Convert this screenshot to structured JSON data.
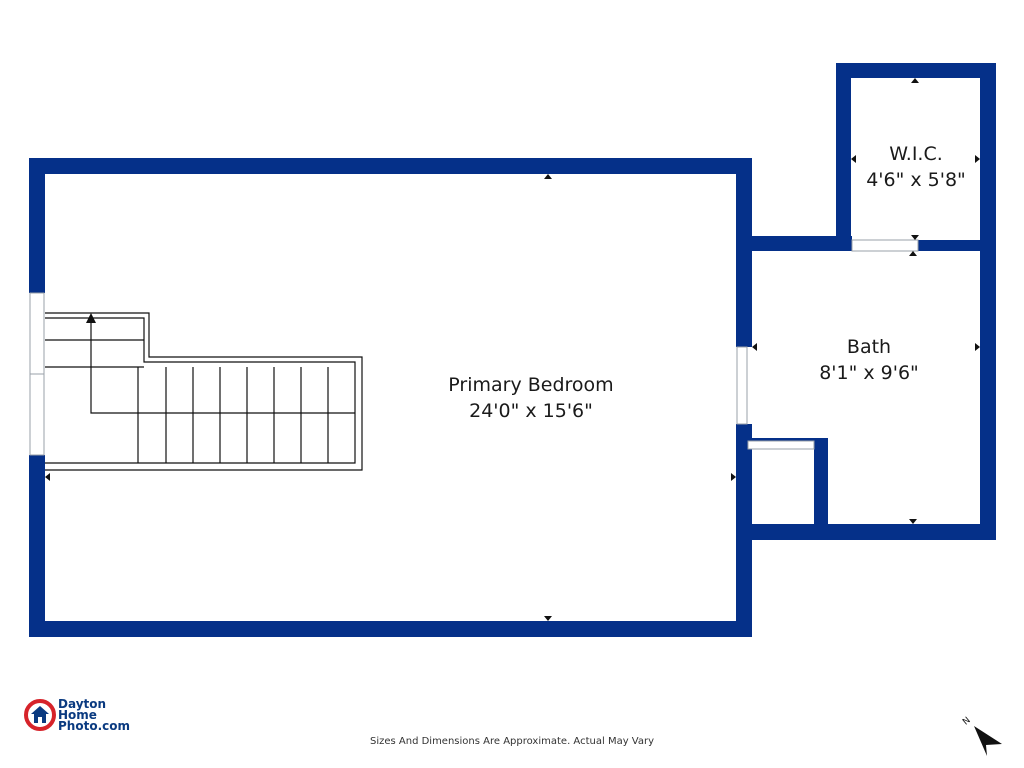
{
  "rooms": {
    "primary_bedroom": {
      "name": "Primary Bedroom",
      "dims": "24'0\" x 15'6\""
    },
    "bath": {
      "name": "Bath",
      "dims": "8'1\" x 9'6\""
    },
    "wic": {
      "name": "W.I.C.",
      "dims": "4'6\" x 5'8\""
    }
  },
  "disclaimer": "Sizes And Dimensions Are Approximate. Actual May Vary",
  "logo": {
    "line1": "Dayton",
    "line2": "Home",
    "line3": "Photo.com"
  },
  "compass": {
    "label": "N"
  },
  "colors": {
    "wall": "#053089",
    "logo_red": "#d6232a",
    "logo_blue": "#0a3a80"
  }
}
